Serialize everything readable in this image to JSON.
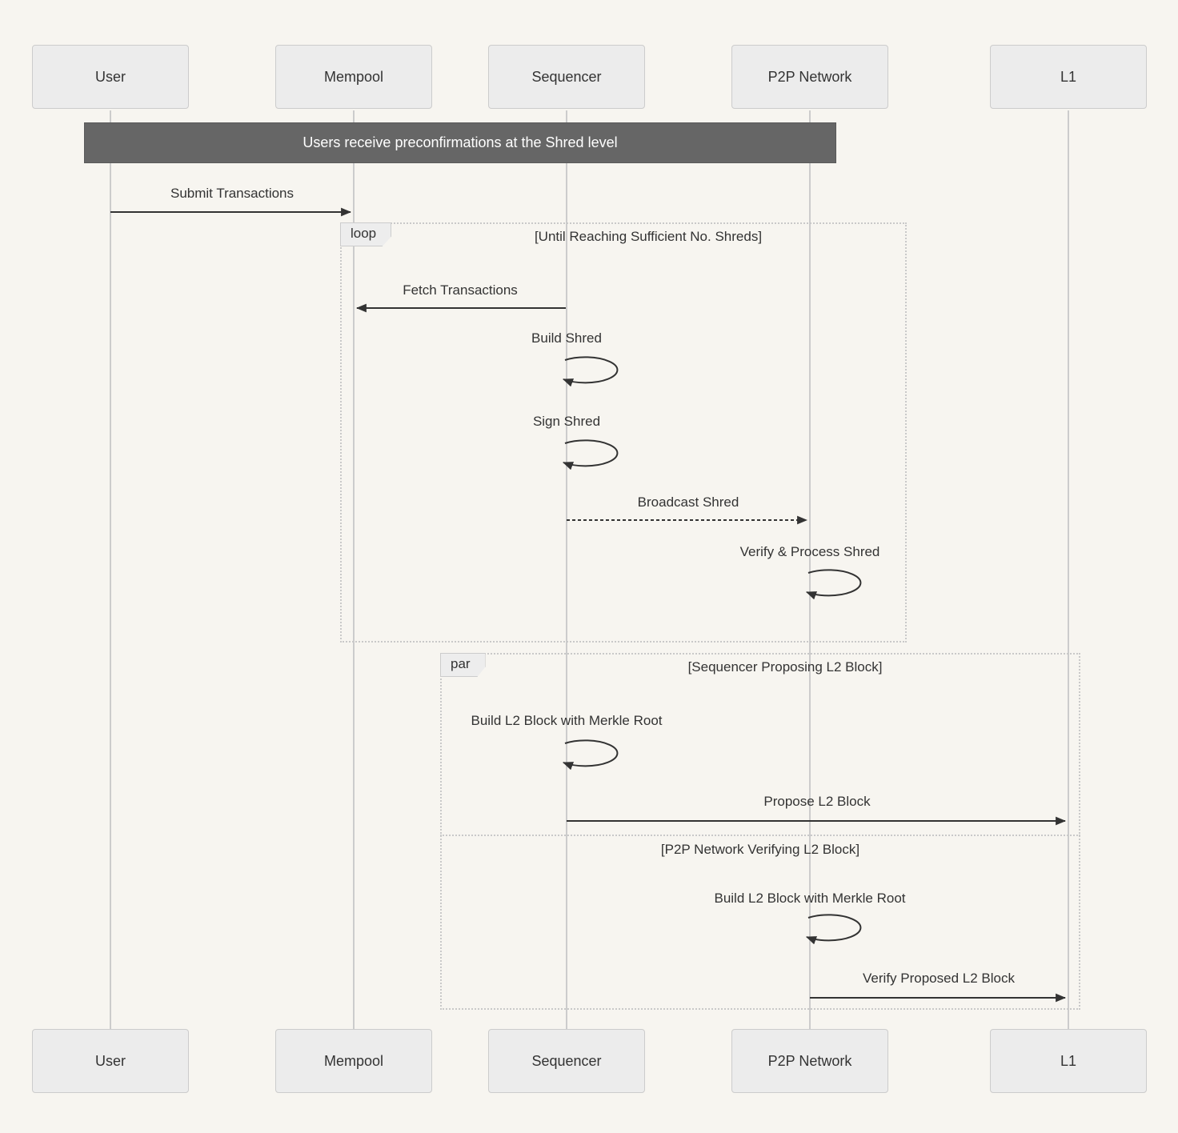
{
  "participants": [
    {
      "id": "user",
      "label": "User"
    },
    {
      "id": "mempool",
      "label": "Mempool"
    },
    {
      "id": "sequencer",
      "label": "Sequencer"
    },
    {
      "id": "p2p",
      "label": "P2P Network"
    },
    {
      "id": "l1",
      "label": "L1"
    }
  ],
  "note": {
    "text": "Users receive preconfirmations at the Shred level"
  },
  "frames": {
    "loop": {
      "label": "loop",
      "title": "[Until Reaching Sufficient No. Shreds]"
    },
    "par": {
      "label": "par",
      "title": "[Sequencer Proposing L2 Block]",
      "divider_title": "[P2P Network Verifying L2 Block]"
    }
  },
  "messages": {
    "submit_transactions": "Submit Transactions",
    "fetch_transactions": "Fetch Transactions",
    "build_shred": "Build Shred",
    "sign_shred": "Sign Shred",
    "broadcast_shred": "Broadcast Shred",
    "verify_process_shred": "Verify & Process Shred",
    "build_l2_sequencer": "Build L2 Block with Merkle Root",
    "propose_l2_block": "Propose L2 Block",
    "build_l2_p2p": "Build L2 Block with Merkle Root",
    "verify_proposed_l2_block": "Verify Proposed L2 Block"
  },
  "colors": {
    "background": "#f7f5f0",
    "actor_fill": "#ececec",
    "actor_border": "#cccccc",
    "lifeline": "#cccccc",
    "note_fill": "#666666",
    "note_text": "#ffffff",
    "message_line": "#333333",
    "text": "#333333",
    "frame_border": "#c9c9c9",
    "frame_tab_fill": "#ededed"
  }
}
